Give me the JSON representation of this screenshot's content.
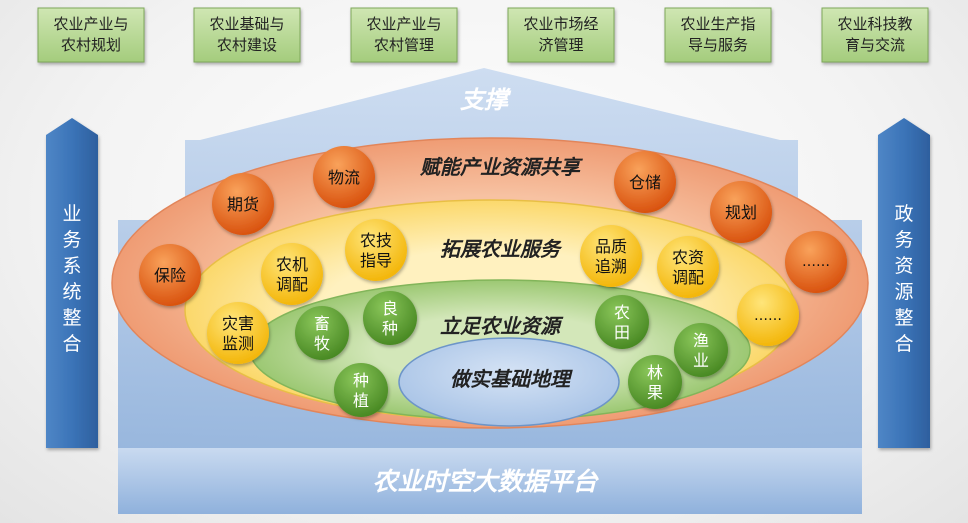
{
  "top_boxes": [
    {
      "line1": "农业产业与",
      "line2": "农村规划"
    },
    {
      "line1": "农业基础与",
      "line2": "农村建设"
    },
    {
      "line1": "农业产业与",
      "line2": "农村管理"
    },
    {
      "line1": "农业市场经",
      "line2": "济管理"
    },
    {
      "line1": "农业生产指",
      "line2": "导与服务"
    },
    {
      "line1": "农业科技教",
      "line2": "育与交流"
    }
  ],
  "support_label": "支撑",
  "platform_label": "农业时空大数据平台",
  "left_pillar": [
    "业",
    "务",
    "系",
    "统",
    "整",
    "合"
  ],
  "right_pillar": [
    "政",
    "务",
    "资",
    "源",
    "整",
    "合"
  ],
  "rings": {
    "outer": "赋能产业资源共享",
    "middle": "拓展农业服务",
    "inner": "立足农业资源",
    "core": "做实基础地理"
  },
  "orange_nodes": [
    {
      "line1": "期货",
      "line2": ""
    },
    {
      "line1": "物流",
      "line2": ""
    },
    {
      "line1": "仓储",
      "line2": ""
    },
    {
      "line1": "规划",
      "line2": ""
    },
    {
      "line1": "保险",
      "line2": ""
    },
    {
      "line1": "……",
      "line2": ""
    }
  ],
  "yellow_nodes": [
    {
      "line1": "农机",
      "line2": "调配"
    },
    {
      "line1": "农技",
      "line2": "指导"
    },
    {
      "line1": "品质",
      "line2": "追溯"
    },
    {
      "line1": "农资",
      "line2": "调配"
    },
    {
      "line1": "灾害",
      "line2": "监测"
    },
    {
      "line1": "……",
      "line2": ""
    }
  ],
  "green_nodes": [
    {
      "line1": "畜",
      "line2": "牧"
    },
    {
      "line1": "良",
      "line2": "种"
    },
    {
      "line1": "农",
      "line2": "田"
    },
    {
      "line1": "渔",
      "line2": "业"
    },
    {
      "line1": "种",
      "line2": "植"
    },
    {
      "line1": "林",
      "line2": "果"
    }
  ]
}
